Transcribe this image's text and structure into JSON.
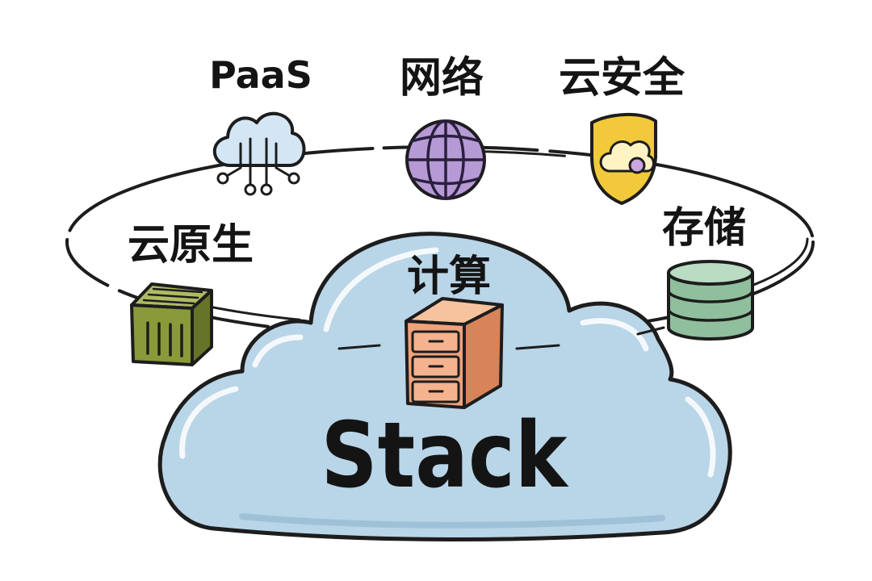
{
  "diagram": {
    "center": {
      "label": "Stack",
      "icon": "cloud-icon",
      "color": "#b9d5e8"
    },
    "nodes": [
      {
        "label": "PaaS",
        "icon": "cloud-circuit-icon",
        "color": "#d4e6f4"
      },
      {
        "label": "网络",
        "icon": "globe-icon",
        "color": "#b69ad6"
      },
      {
        "label": "云安全",
        "icon": "cloud-shield-icon",
        "color": "#f2c93a"
      },
      {
        "label": "云原生",
        "icon": "container-box-icon",
        "color": "#8a9a3a"
      },
      {
        "label": "计算",
        "icon": "server-cabinet-icon",
        "color": "#f0a37a"
      },
      {
        "label": "存储",
        "icon": "database-icon",
        "color": "#8fbf9c"
      }
    ]
  },
  "colors": {
    "outline": "#1d1d1d",
    "background": "#ffffff"
  }
}
